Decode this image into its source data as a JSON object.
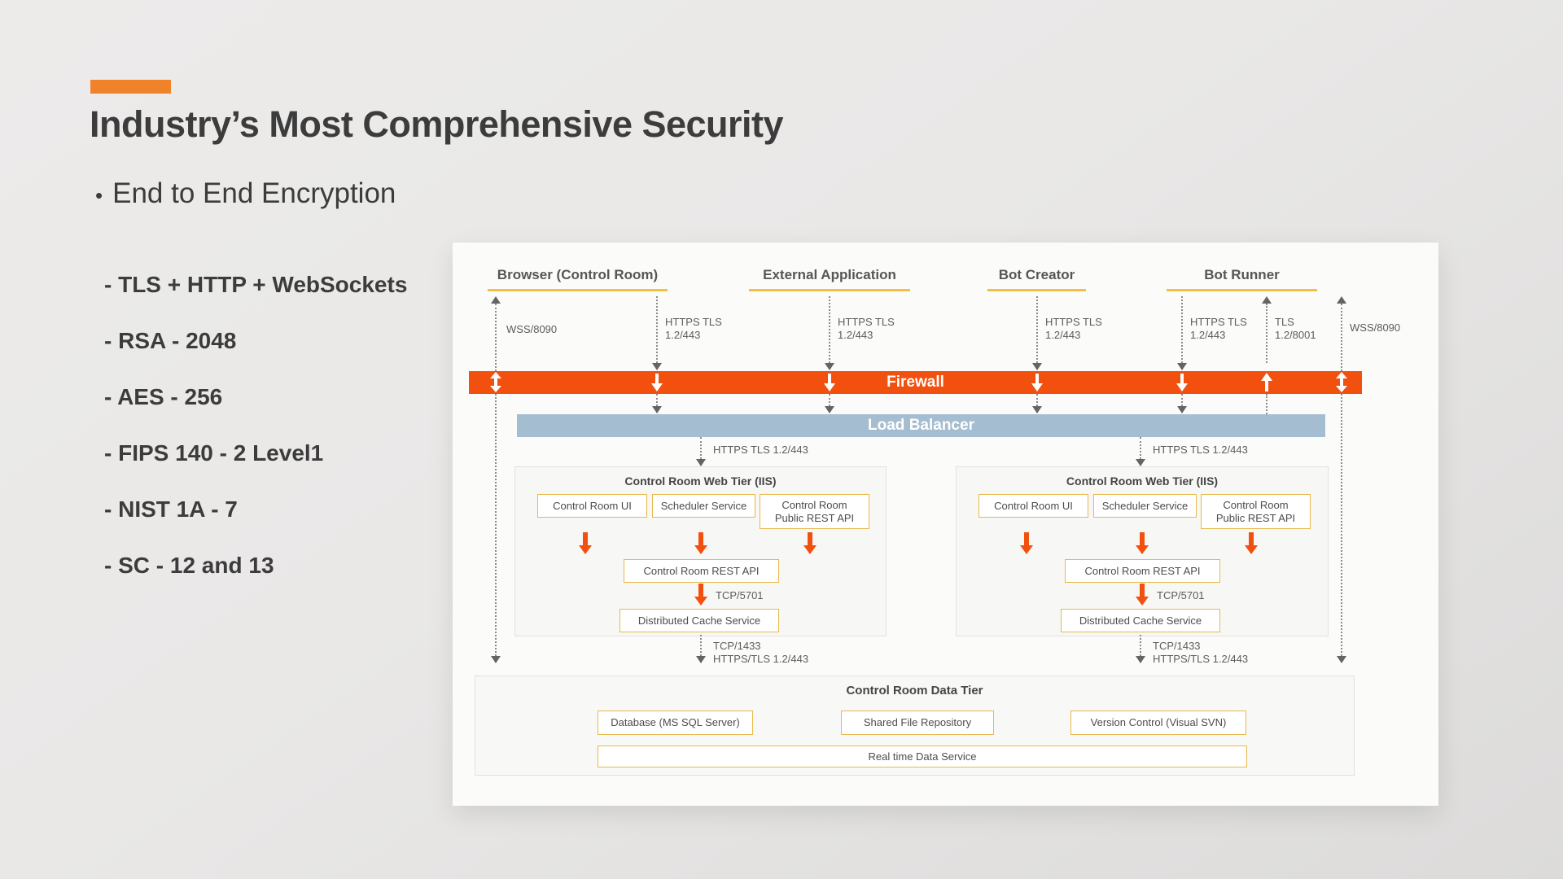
{
  "slide": {
    "title": "Industry’s Most Comprehensive Security",
    "bullet_marker": "•",
    "bullet": "End to End Encryption",
    "encryption_items": [
      "- TLS + HTTP + WebSockets",
      "- RSA - 2048",
      "- AES - 256",
      "- FIPS 140 - 2 Level1",
      "- NIST 1A - 7",
      "- SC - 12 and 13"
    ]
  },
  "colors": {
    "accent_orange": "#F0832A",
    "firewall_orange": "#F2500F",
    "load_balancer_blue": "#A5BDD0",
    "header_underline_gold": "#F2BF42",
    "box_border_yellow": "#E7B94C"
  },
  "diagram": {
    "clients": [
      "Browser (Control Room)",
      "External Application",
      "Bot Creator",
      "Bot Runner"
    ],
    "firewall": "Firewall",
    "load_balancer": "Load Balancer",
    "ports": {
      "wss": "WSS/8090",
      "https_line1": "HTTPS TLS",
      "https_line2": "1.2/443",
      "tls_line1": "TLS",
      "tls_line2": "1.2/8001",
      "https_full": "HTTPS TLS 1.2/443",
      "tcp_1433": "TCP/1433",
      "https_tls_full": "HTTPS/TLS 1.2/443",
      "tcp_5701": "TCP/5701"
    },
    "web_tier": {
      "title": "Control Room Web Tier (IIS)",
      "ui": "Control Room UI",
      "scheduler": "Scheduler Service",
      "public_api_line1": "Control Room",
      "public_api_line2": "Public REST API",
      "rest_api": "Control Room REST API",
      "cache": "Distributed Cache Service"
    },
    "data_tier": {
      "title": "Control Room Data Tier",
      "database": "Database (MS SQL Server)",
      "file_repository": "Shared File Repository",
      "version_control": "Version Control (Visual SVN)",
      "realtime": "Real time Data Service"
    }
  }
}
